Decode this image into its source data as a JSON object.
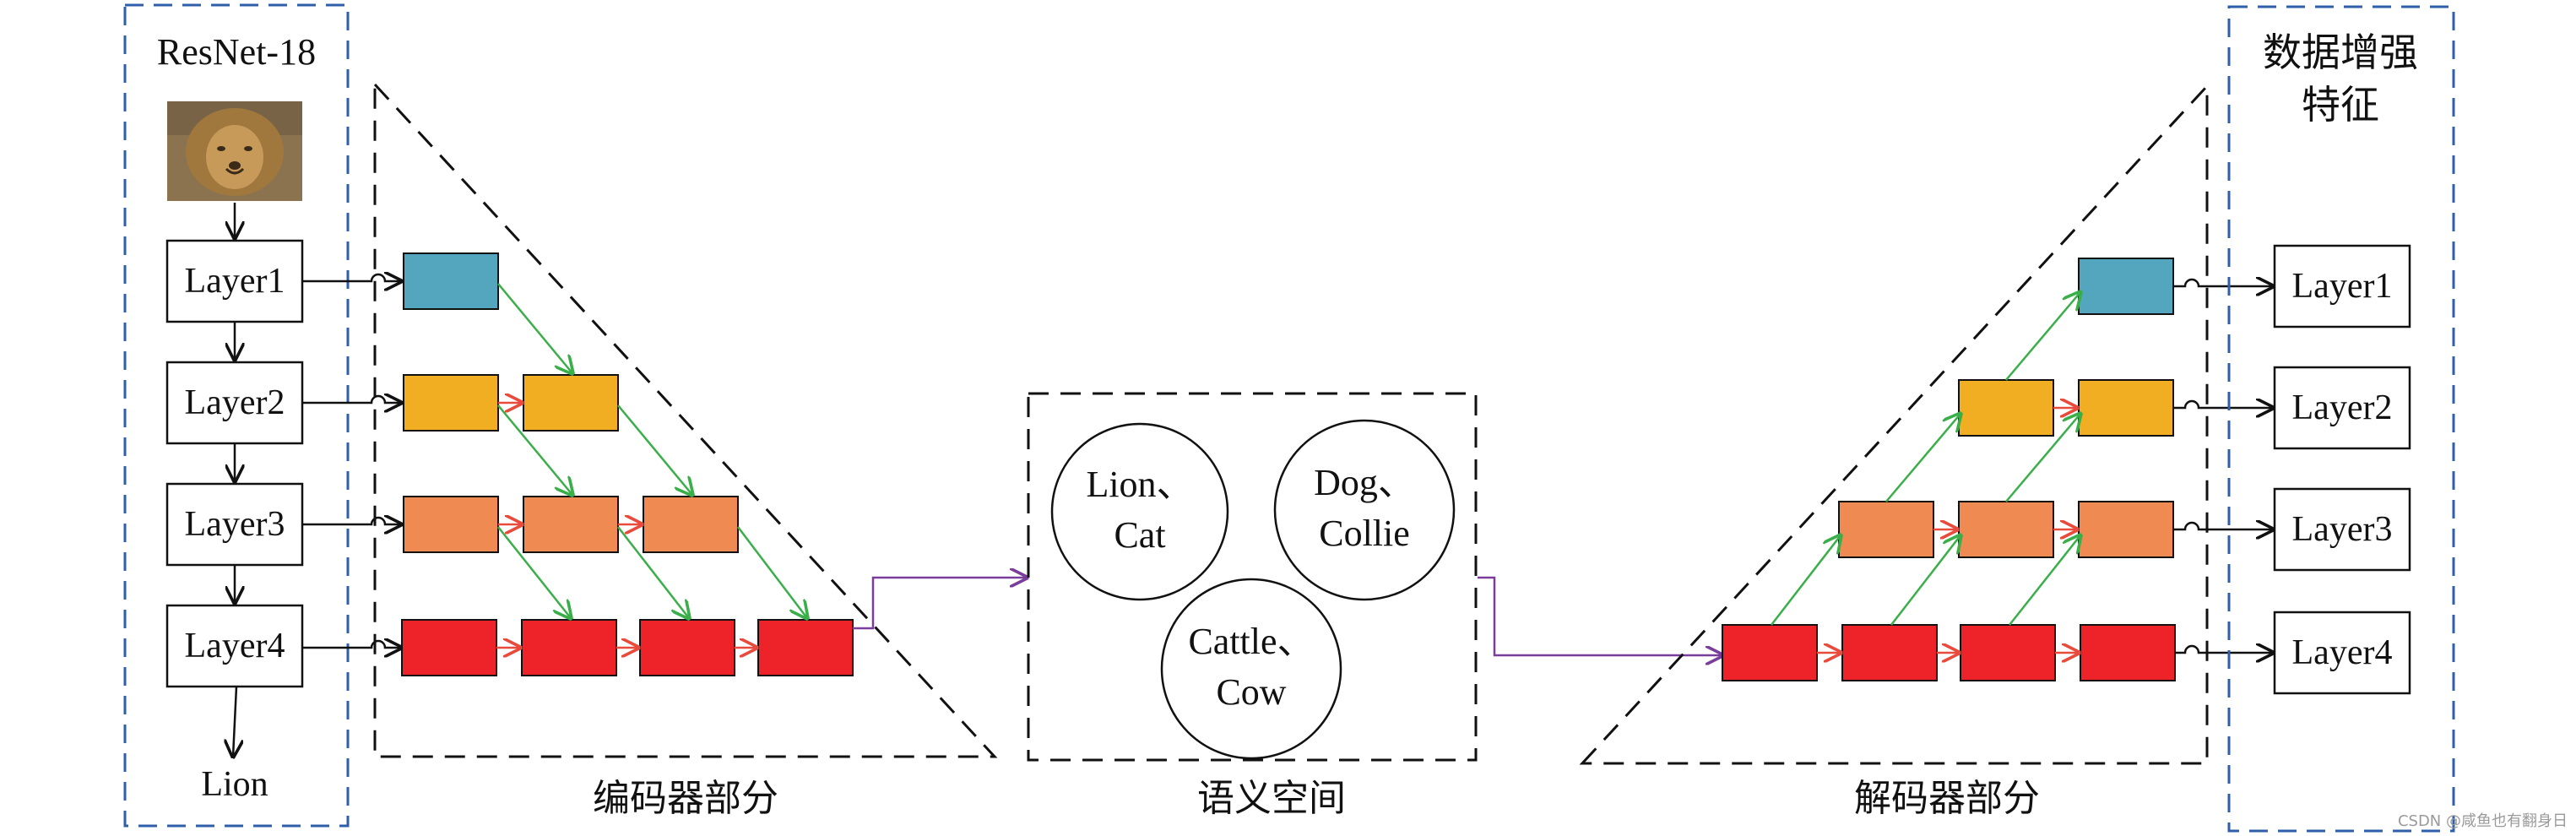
{
  "encoder_panel": {
    "title": "ResNet-18",
    "layers": [
      "Layer1",
      "Layer2",
      "Layer3",
      "Layer4"
    ],
    "output_label": "Lion",
    "image": "lion-photo"
  },
  "encoder": {
    "caption": "编码器部分"
  },
  "semantic_space": {
    "caption": "语义空间",
    "groups": [
      {
        "line1": "Lion、",
        "line2": "Cat"
      },
      {
        "line1": "Dog、",
        "line2": "Collie"
      },
      {
        "line1": "Cattle、",
        "line2": "Cow"
      }
    ]
  },
  "decoder": {
    "caption": "解码器部分"
  },
  "output_panel": {
    "title_line1": "数据增强",
    "title_line2": "特征",
    "layers": [
      "Layer1",
      "Layer2",
      "Layer3",
      "Layer4"
    ]
  },
  "colors": {
    "level1": "#54a6be",
    "level2": "#f2ae23",
    "level3": "#ee8a52",
    "level4": "#ee2229",
    "green_arrow": "#3aae49",
    "red_arrow": "#e84a3c",
    "purple_arrow": "#7a3e9a",
    "panel_border": "#2e5fa8"
  },
  "watermark": "CSDN @咸鱼也有翻身日"
}
